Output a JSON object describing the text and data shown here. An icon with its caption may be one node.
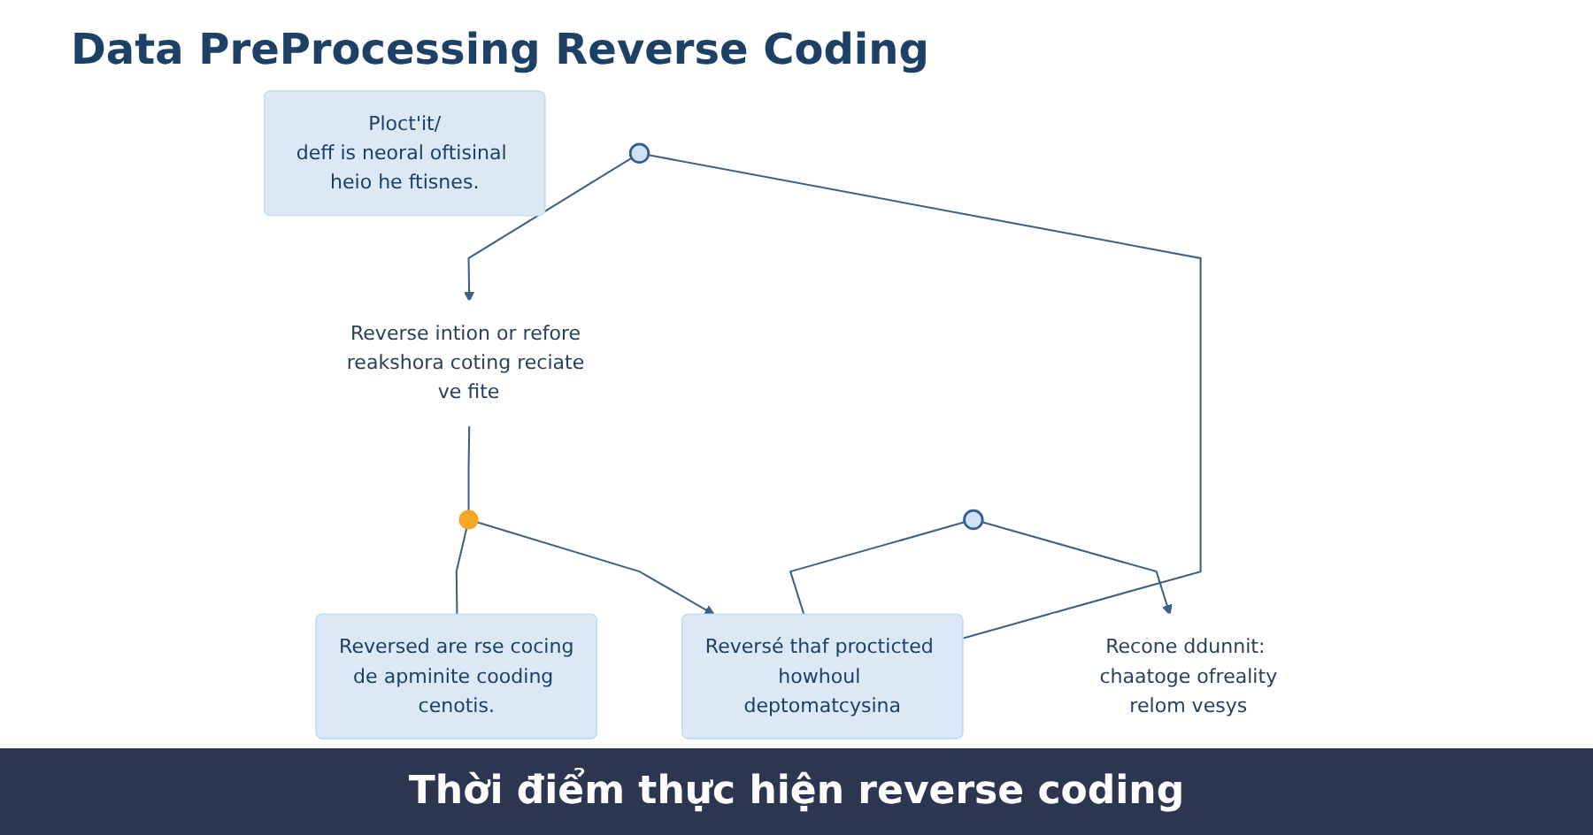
{
  "diagram": {
    "title": "Data PreProcessing Reverse Coding",
    "caption": "Thời điểm thực hiện reverse coding",
    "nodes": [
      {
        "text": [],
        "shape": "circle"
      },
      {
        "text": [
          "Reverse intion or refore reakshora coting reciate ve fite"
        ]
      },
      {
        "text": [],
        "shape": "circle"
      },
      {
        "text": [
          "Reversed are rse cocing",
          "de apminite cooding cenotis."
        ]
      },
      {
        "text": [
          "Reversé thaf procticted howhoul deptomatcysina"
        ]
      },
      {
        "text": [],
        "shape": "circle"
      },
      {
        "text": [
          "Recone ddunnit: chaatoge ofreality",
          "relom vesys"
        ]
      },
      {
        "text": [
          "Ploct'it/",
          "deff is neoral oftisinal heio he ftisnes."
        ]
      }
    ],
    "edges": [
      {
        "from": 0,
        "to": 1,
        "arrow": "to"
      },
      {
        "from": 1,
        "to": 2,
        "arrow": "none"
      },
      {
        "from": 2,
        "to": 3,
        "arrow": "none"
      },
      {
        "from": 0,
        "to": 4,
        "arrow": "none"
      },
      {
        "from": 5,
        "to": 4,
        "arrow": "none"
      },
      {
        "from": 2,
        "to": 4,
        "arrow": "to"
      },
      {
        "from": 5,
        "to": 6,
        "arrow": "to"
      }
    ]
  }
}
